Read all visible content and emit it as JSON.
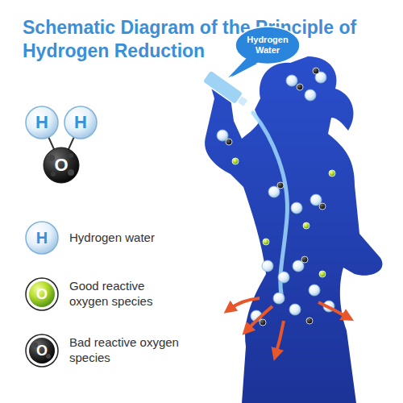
{
  "diagram": {
    "title": "Schematic Diagram of the Principle of Hydrogen Reduction",
    "nodes": [
      {
        "text": [
          "Hydrogen Water"
        ]
      }
    ],
    "labels": [
      "H",
      "H",
      "O",
      "H",
      "O",
      "O"
    ],
    "legend": [
      {
        "text": "Hydrogen water"
      },
      {
        "text": "Good reactive oxygen species"
      },
      {
        "text": "Bad reactive oxygen species"
      }
    ]
  }
}
